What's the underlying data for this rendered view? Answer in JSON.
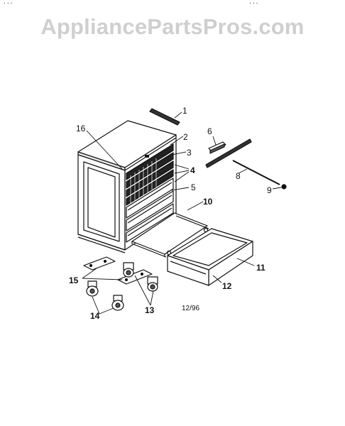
{
  "header": {
    "left_text": "...",
    "right_text": "..."
  },
  "watermark": "AppliancePartsPros.com",
  "diagram": {
    "date_code": "12/96",
    "callouts": [
      "1",
      "2",
      "3",
      "4",
      "5",
      "6",
      "8",
      "9",
      "10",
      "11",
      "12",
      "13",
      "14",
      "15",
      "16"
    ]
  }
}
